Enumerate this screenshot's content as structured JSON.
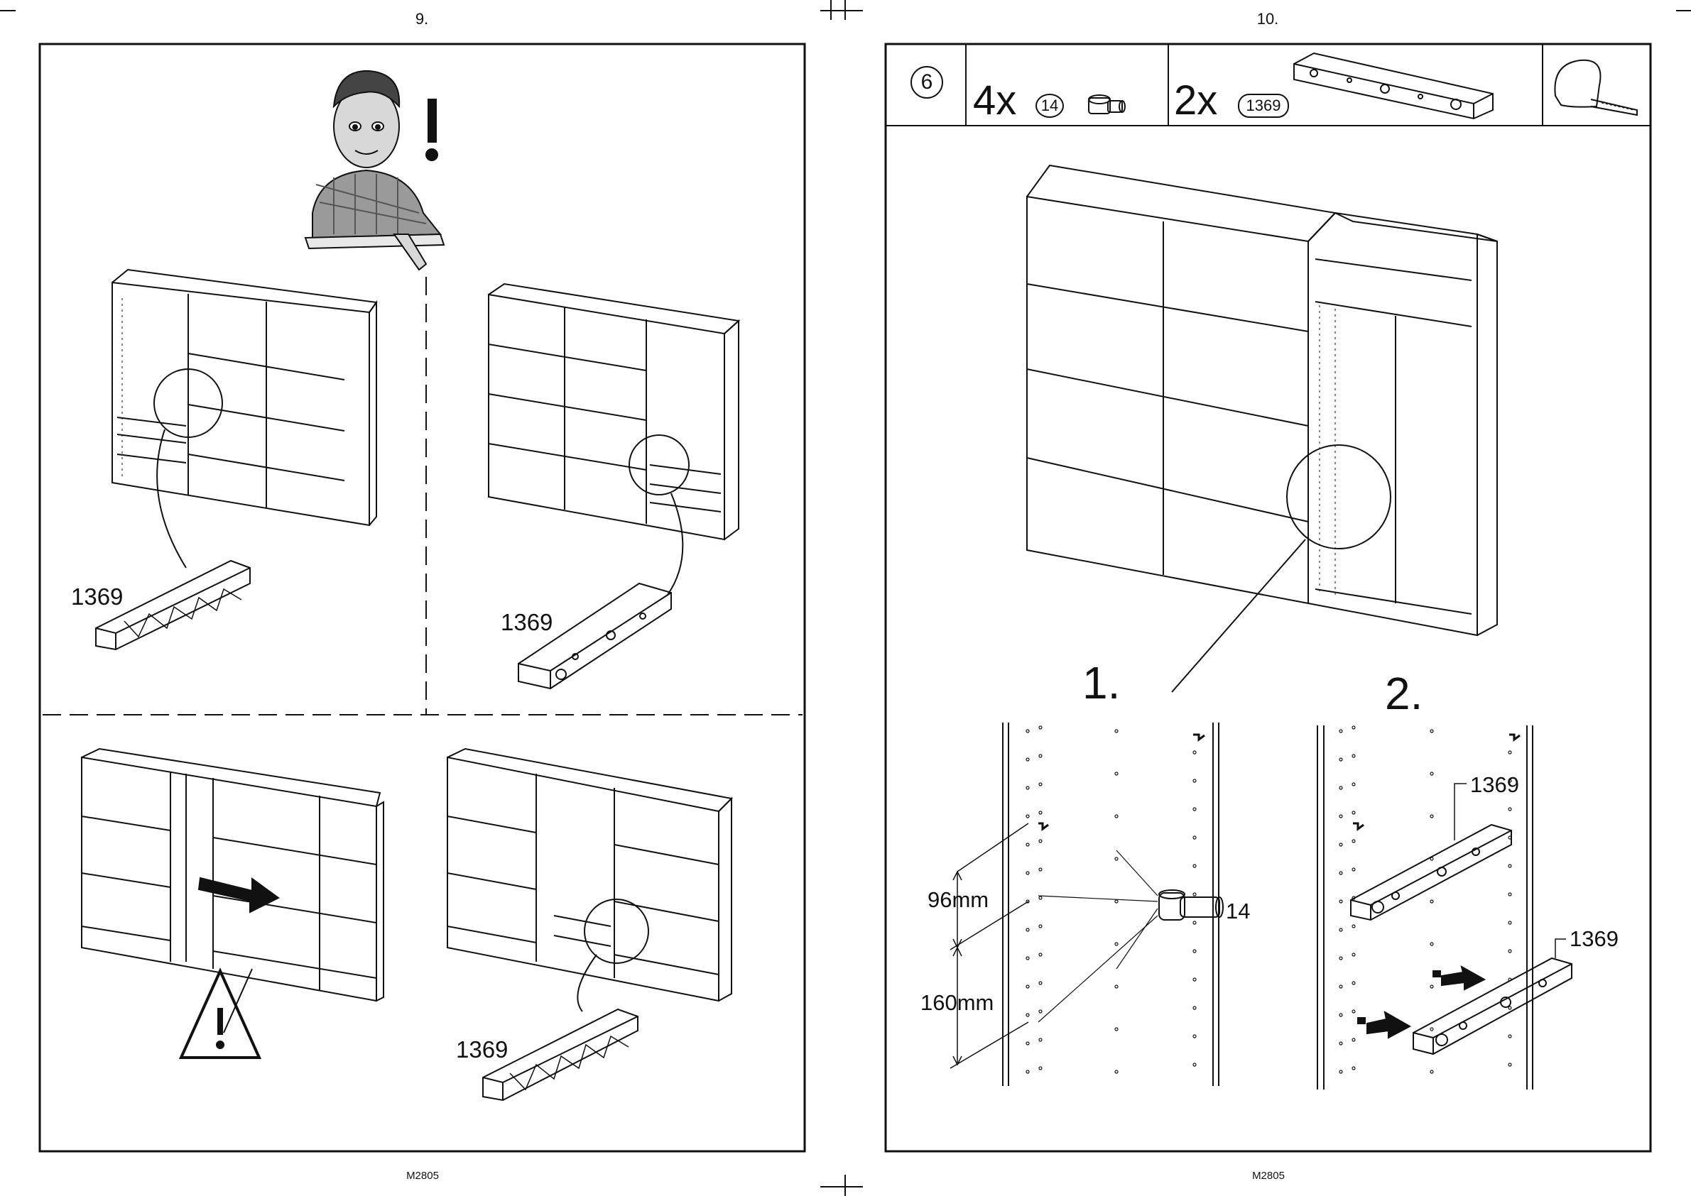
{
  "left_page": {
    "page_number": "9.",
    "footer_code": "M2805",
    "warning_mark": "!",
    "panels": [
      {
        "part_label": "1369"
      },
      {
        "part_label": "1369"
      },
      {
        "part_label": "1369"
      }
    ],
    "caution_symbol": "!"
  },
  "right_page": {
    "page_number": "10.",
    "footer_code": "M2805",
    "header": {
      "step_number": "6",
      "part_a": {
        "count": "4x",
        "id": "14"
      },
      "part_b": {
        "count": "2x",
        "id": "1369"
      }
    },
    "substep_1": {
      "label": "1.",
      "dim_top": "96mm",
      "dim_bottom": "160mm",
      "part_label": "14"
    },
    "substep_2": {
      "label": "2.",
      "part_label_top": "1369",
      "part_label_bottom": "1369"
    }
  }
}
